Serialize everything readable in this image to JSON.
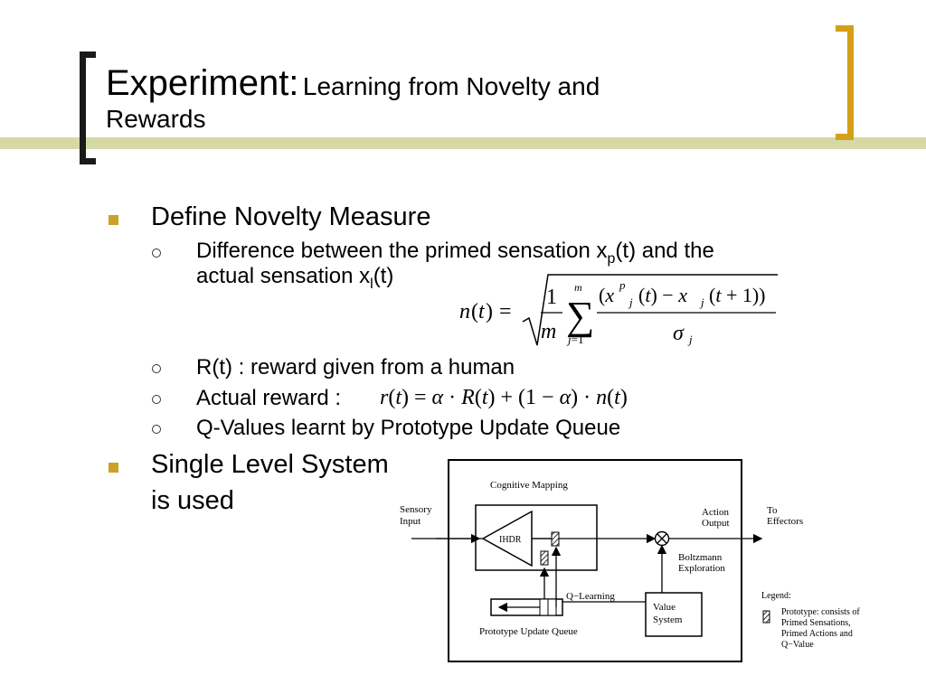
{
  "title": {
    "main": "Experiment:",
    "sub_line1": "Learning from Novelty and",
    "sub_line2": "Rewards"
  },
  "bullets": {
    "novelty": {
      "label": "Define Novelty Measure",
      "sub1_a": "Difference between the primed sensation x",
      "sub1_p": "p",
      "sub1_b": "(t) and the",
      "sub1_line2_a": "actual sensation x",
      "sub1_l": "l",
      "sub1_line2_b": "(t)"
    },
    "reward": "R(t) : reward given from a human",
    "actual_reward": "Actual reward :",
    "qvalues": "Q-Values learnt by Prototype Update Queue",
    "single_level_1": "Single Level System",
    "single_level_2": "is used"
  },
  "formulas": {
    "novelty": "n(t) = sqrt( (1/m) Σ_{j=1}^{m} (x^p_j(t) − x_j(t+1)) / σ_j )",
    "reward": "r(t) = α·R(t) + (1−α)·n(t)"
  },
  "diagram": {
    "cognitive_mapping": "Cognitive Mapping",
    "sensory_1": "Sensory",
    "sensory_2": "Input",
    "ihdr": "IHDR",
    "action_1": "Action",
    "action_2": "Output",
    "effectors_1": "To",
    "effectors_2": "Effectors",
    "boltzmann_1": "Boltzmann",
    "boltzmann_2": "Exploration",
    "q_learning": "Q−Learning",
    "value_1": "Value",
    "value_2": "System",
    "puq": "Prototype Update Queue",
    "legend_title": "Legend:",
    "legend_1": "Prototype: consists of",
    "legend_2": "Primed Sensations,",
    "legend_3": "Primed Actions and",
    "legend_4": "Q−Value"
  },
  "colors": {
    "accent": "#c9a227",
    "stripe": "#d6d8a6",
    "bracket_right": "#d4a017"
  }
}
